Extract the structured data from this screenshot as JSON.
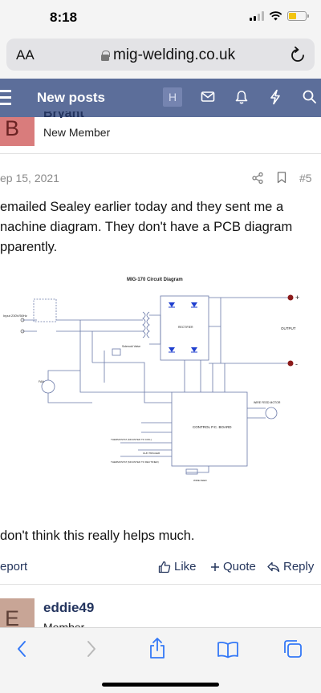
{
  "status_bar": {
    "time": "8:18"
  },
  "browser": {
    "text_size_label": "AA",
    "url": "mig-welding.co.uk"
  },
  "forum_nav": {
    "title": "New posts",
    "user_initial": "H"
  },
  "post1": {
    "avatar_letter": "B",
    "username_partial": "Bryant",
    "role": "New Member",
    "date": "ep 15, 2021",
    "post_number": "#5",
    "body": "emailed Sealey earlier today and they sent me a\nnachine diagram. They don't have a PCB diagram\npparently.",
    "closing": "don't think this really helps much.",
    "diagram": {
      "title": "MIG-170 Circuit Diagram",
      "input_label": "Input\n230V/50Hz",
      "rectifier_label": "RECTIFIER",
      "output_label": "OUTPUT",
      "plus": "+",
      "minus": "-",
      "board_label": "CONTROL P.C. BOARD",
      "motor_label": "WIRE FEED MOTOR",
      "fan_label": "FAN",
      "solenoid_label": "Solenoid Valve",
      "thermostat1_label": "THERMOSTAT (MOUNTED TO COIL)",
      "thermostat2_label": "THERMOSTAT (MOUNTED TO RECTIFIER)",
      "trigger_label": "GUN TRIGGER",
      "pot_label": "WIRE FEED"
    }
  },
  "actions": {
    "report": "eport",
    "like": "Like",
    "quote": "Quote",
    "reply": "Reply"
  },
  "post2": {
    "avatar_letter": "E",
    "username": "eddie49",
    "role": "Member"
  },
  "colors": {
    "nav_bg": "#5c6e9a",
    "accent": "#25365d",
    "safari_blue": "#3478f6"
  }
}
